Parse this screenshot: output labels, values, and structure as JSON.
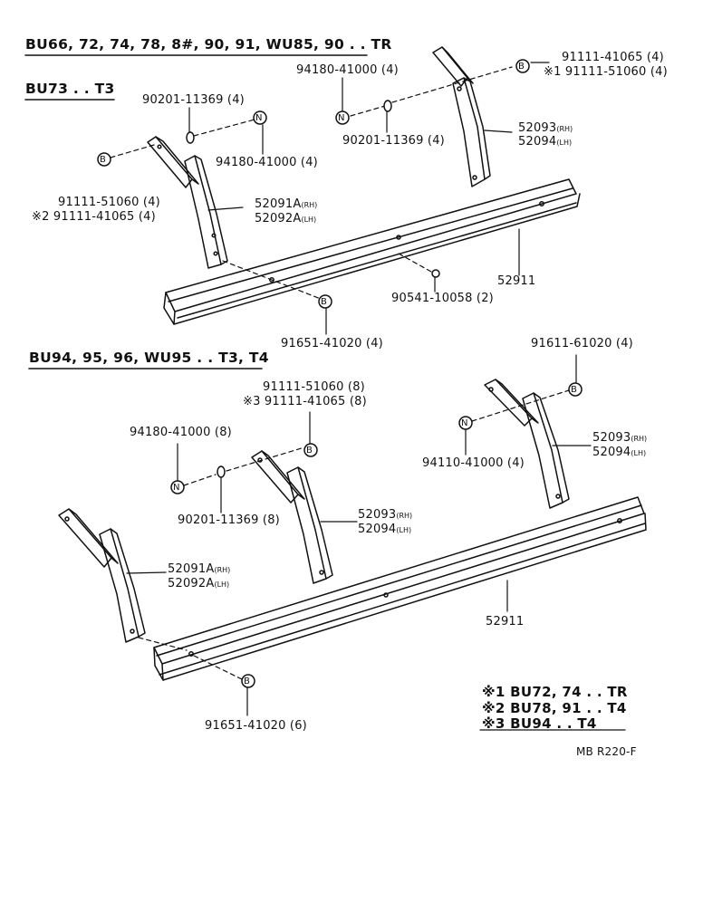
{
  "sections": {
    "s1_title": "BU66, 72, 74, 78, 8#, 90, 91, WU85, 90 . . TR",
    "s1_sub": "BU73 . . T3",
    "s2_title": "BU94, 95, 96, WU95 . . T3, T4"
  },
  "labels": {
    "a1": "91111-41065 (4)",
    "a2": "※1 91111-51060 (4)",
    "a3": "94180-41000 (4)",
    "a4": "90201-11369 (4)",
    "a5": "52093",
    "a5s": "(RH)",
    "a6": "52094",
    "a6s": "(LH)",
    "b1": "90201-11369 (4)",
    "b2": "94180-41000 (4)",
    "b3": "91111-51060 (4)",
    "b4": "※2  91111-41065 (4)",
    "b5": "52091A",
    "b5s": "(RH)",
    "b6": "52092A",
    "b6s": "(LH)",
    "c1": "52911",
    "c2": "90541-10058 (2)",
    "c3": "91651-41020 (4)",
    "d1": "91611-61020 (4)",
    "d2": "91111-51060 (8)",
    "d3": "※3 91111-41065 (8)",
    "d4": "94180-41000 (8)",
    "d5": "52093",
    "d5s": "(RH)",
    "d6": "52094",
    "d6s": "(LH)",
    "d7": "94110-41000 (4)",
    "d8": "90201-11369 (8)",
    "d9": "52093",
    "d9s": "(RH)",
    "d10": "52094",
    "d10s": "(LH)",
    "e1": "52091A",
    "e1s": "(RH)",
    "e2": "52092A",
    "e2s": "(LH)",
    "e3": "52911",
    "e4": "91651-41020 (6)"
  },
  "notes": [
    "※1 BU72, 74 . . TR",
    "※2 BU78, 91 . . T4",
    "※3 BU94 . . T4"
  ],
  "ref": "MB R220-F",
  "markers": {
    "bolt": "B",
    "nut": "N"
  }
}
